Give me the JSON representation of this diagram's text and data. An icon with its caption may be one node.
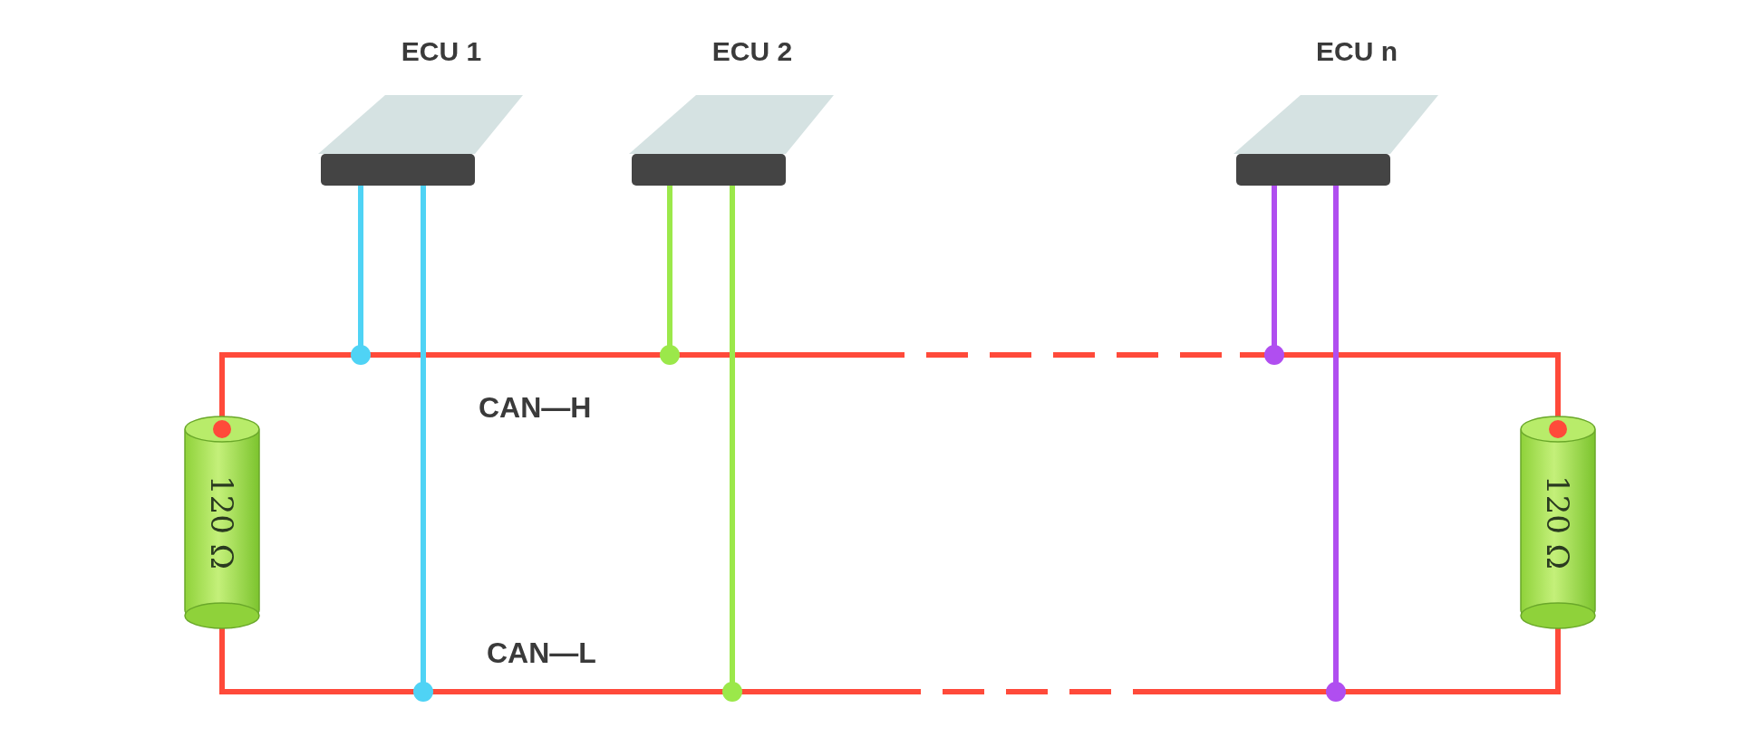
{
  "diagram": {
    "nodes": [
      {
        "text": [
          "ECU 1"
        ]
      },
      {
        "text": [
          "ECU 2"
        ]
      },
      {
        "text": [
          "ECU n"
        ]
      },
      {
        "text": [
          "120 Ω"
        ]
      },
      {
        "text": [
          "120 Ω"
        ]
      }
    ],
    "edges": [
      {
        "from": 3,
        "to": 4,
        "arrow": "none",
        "style": "dashed"
      },
      {
        "from": 3,
        "to": 4,
        "arrow": "none",
        "style": "dashed"
      },
      {
        "from": 0,
        "to": null,
        "arrow": "other",
        "color": "#4fd3f5"
      },
      {
        "from": 0,
        "to": null,
        "arrow": "other",
        "color": "#4fd3f5"
      },
      {
        "from": 1,
        "to": null,
        "arrow": "other",
        "color": "#9be84a"
      },
      {
        "from": 1,
        "to": null,
        "arrow": "other",
        "color": "#9be84a"
      },
      {
        "from": 2,
        "to": null,
        "arrow": "other",
        "color": "#b04ef0"
      },
      {
        "from": 2,
        "to": null,
        "arrow": "other",
        "color": "#b04ef0"
      }
    ],
    "labels": [
      "CAN—H",
      "CAN—L"
    ]
  }
}
